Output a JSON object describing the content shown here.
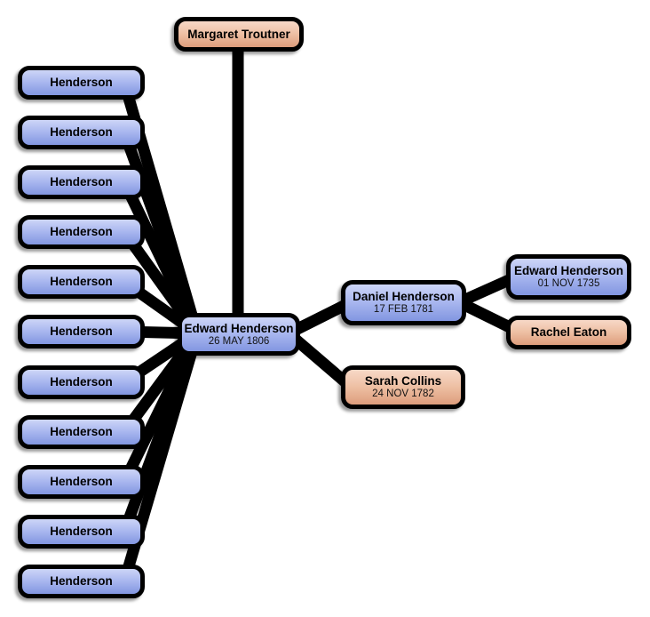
{
  "colors": {
    "background": "#ffffff",
    "connector": "#000000",
    "box_border": "#000000",
    "male_gradient_top": "#cdd5f7",
    "male_gradient_mid": "#a9b7ef",
    "male_gradient_bottom": "#8296e1",
    "female_gradient_top": "#f7d8c7",
    "female_gradient_mid": "#eec0a4",
    "female_gradient_bottom": "#dd9d7c"
  },
  "people": {
    "margaret_troutner": {
      "name": "Margaret Troutner"
    },
    "edward_henderson": {
      "name": "Edward Henderson",
      "date": "26 MAY 1806"
    },
    "daniel_henderson": {
      "name": "Daniel Henderson",
      "date": "17 FEB 1781"
    },
    "sarah_collins": {
      "name": "Sarah Collins",
      "date": "24 NOV 1782"
    },
    "edward_henderson_sr": {
      "name": "Edward Henderson",
      "date": "01 NOV 1735"
    },
    "rachel_eaton": {
      "name": "Rachel Eaton"
    }
  },
  "children": [
    {
      "label": "Henderson"
    },
    {
      "label": "Henderson"
    },
    {
      "label": "Henderson"
    },
    {
      "label": "Henderson"
    },
    {
      "label": "Henderson"
    },
    {
      "label": "Henderson"
    },
    {
      "label": "Henderson"
    },
    {
      "label": "Henderson"
    },
    {
      "label": "Henderson"
    },
    {
      "label": "Henderson"
    },
    {
      "label": "Henderson"
    }
  ]
}
